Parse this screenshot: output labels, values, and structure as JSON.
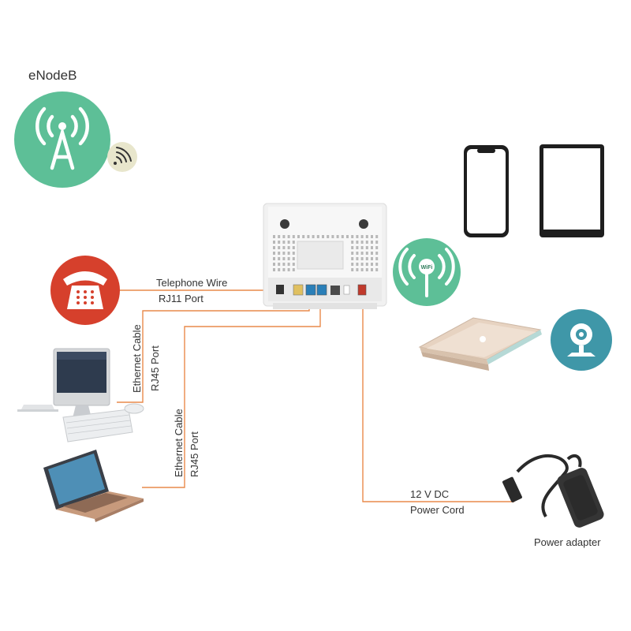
{
  "labels": {
    "enodeb": "eNodeB",
    "telephone_wire": "Telephone Wire",
    "rj11_port": "RJ11 Port",
    "ethernet_cable_1": "Ethernet Cable",
    "rj45_port_1": "RJ45 Port",
    "ethernet_cable_2": "Ethernet Cable",
    "rj45_port_2": "RJ45 Port",
    "dc_voltage": "12 V DC",
    "power_cord": "Power Cord",
    "power_adapter": "Power adapter"
  },
  "colors": {
    "green_circle": "#5dbf97",
    "red_circle": "#d6402c",
    "teal_circle": "#3f97a8",
    "wire_orange": "#e98a4b",
    "text": "#333333"
  },
  "icons": [
    "cell-tower-icon",
    "signal-wave-icon",
    "telephone-icon",
    "wifi-icon",
    "webcam-icon",
    "smartphone-icon",
    "tablet-icon",
    "laptop-icon",
    "desktop-computer-icon",
    "power-adapter-icon",
    "router-icon"
  ]
}
